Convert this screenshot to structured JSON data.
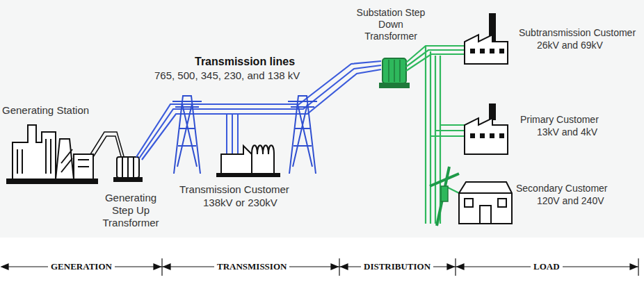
{
  "diagram": {
    "labels": [
      "Generating Station",
      "Generating Step Up Transformer",
      "Transmission lines",
      "765, 500, 345, 230, and 138 kV",
      "Transmission Customer",
      "138kV or 230kV",
      "Substation Step Down Transformer",
      "Subtransmission Customer",
      "26kV and 69kV",
      "Primary Customer",
      "13kV and 4kV",
      "Secondary Customer",
      "120V and 240V",
      "GENERATION",
      "TRANSMISSION",
      "DISTRIBUTION",
      "LOAD"
    ]
  }
}
